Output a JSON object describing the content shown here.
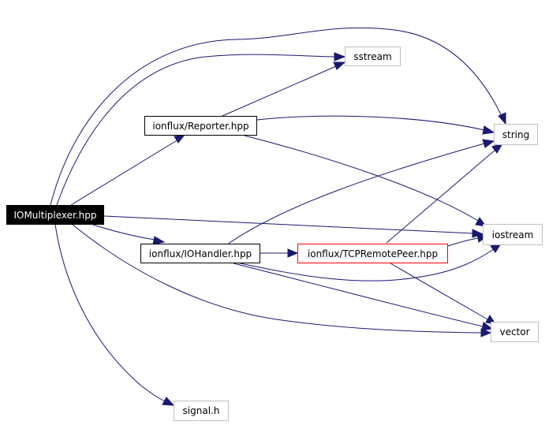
{
  "diagram": {
    "nodes": {
      "iomultiplexer": "IOMultiplexer.hpp",
      "reporter": "ionflux/Reporter.hpp",
      "iohandler": "ionflux/IOHandler.hpp",
      "tcpremotepeer": "ionflux/TCPRemotePeer.hpp",
      "sstream": "sstream",
      "string": "string",
      "iostream": "iostream",
      "vector": "vector",
      "signal": "signal.h"
    },
    "colors": {
      "edge": "#191970",
      "root_fill": "#000000",
      "root_text": "#ffffff",
      "local_border": "#000000",
      "system_border": "#bfbfbf",
      "highlight_border": "#ff0000"
    },
    "edges": [
      [
        "iomultiplexer",
        "sstream"
      ],
      [
        "iomultiplexer",
        "string"
      ],
      [
        "iomultiplexer",
        "reporter"
      ],
      [
        "iomultiplexer",
        "iostream"
      ],
      [
        "iomultiplexer",
        "iohandler"
      ],
      [
        "iomultiplexer",
        "vector"
      ],
      [
        "iomultiplexer",
        "signal"
      ],
      [
        "reporter",
        "sstream"
      ],
      [
        "reporter",
        "string"
      ],
      [
        "reporter",
        "iostream"
      ],
      [
        "iohandler",
        "string"
      ],
      [
        "iohandler",
        "tcpremotepeer"
      ],
      [
        "iohandler",
        "iostream"
      ],
      [
        "iohandler",
        "vector"
      ],
      [
        "tcpremotepeer",
        "string"
      ],
      [
        "tcpremotepeer",
        "iostream"
      ],
      [
        "tcpremotepeer",
        "vector"
      ]
    ]
  }
}
